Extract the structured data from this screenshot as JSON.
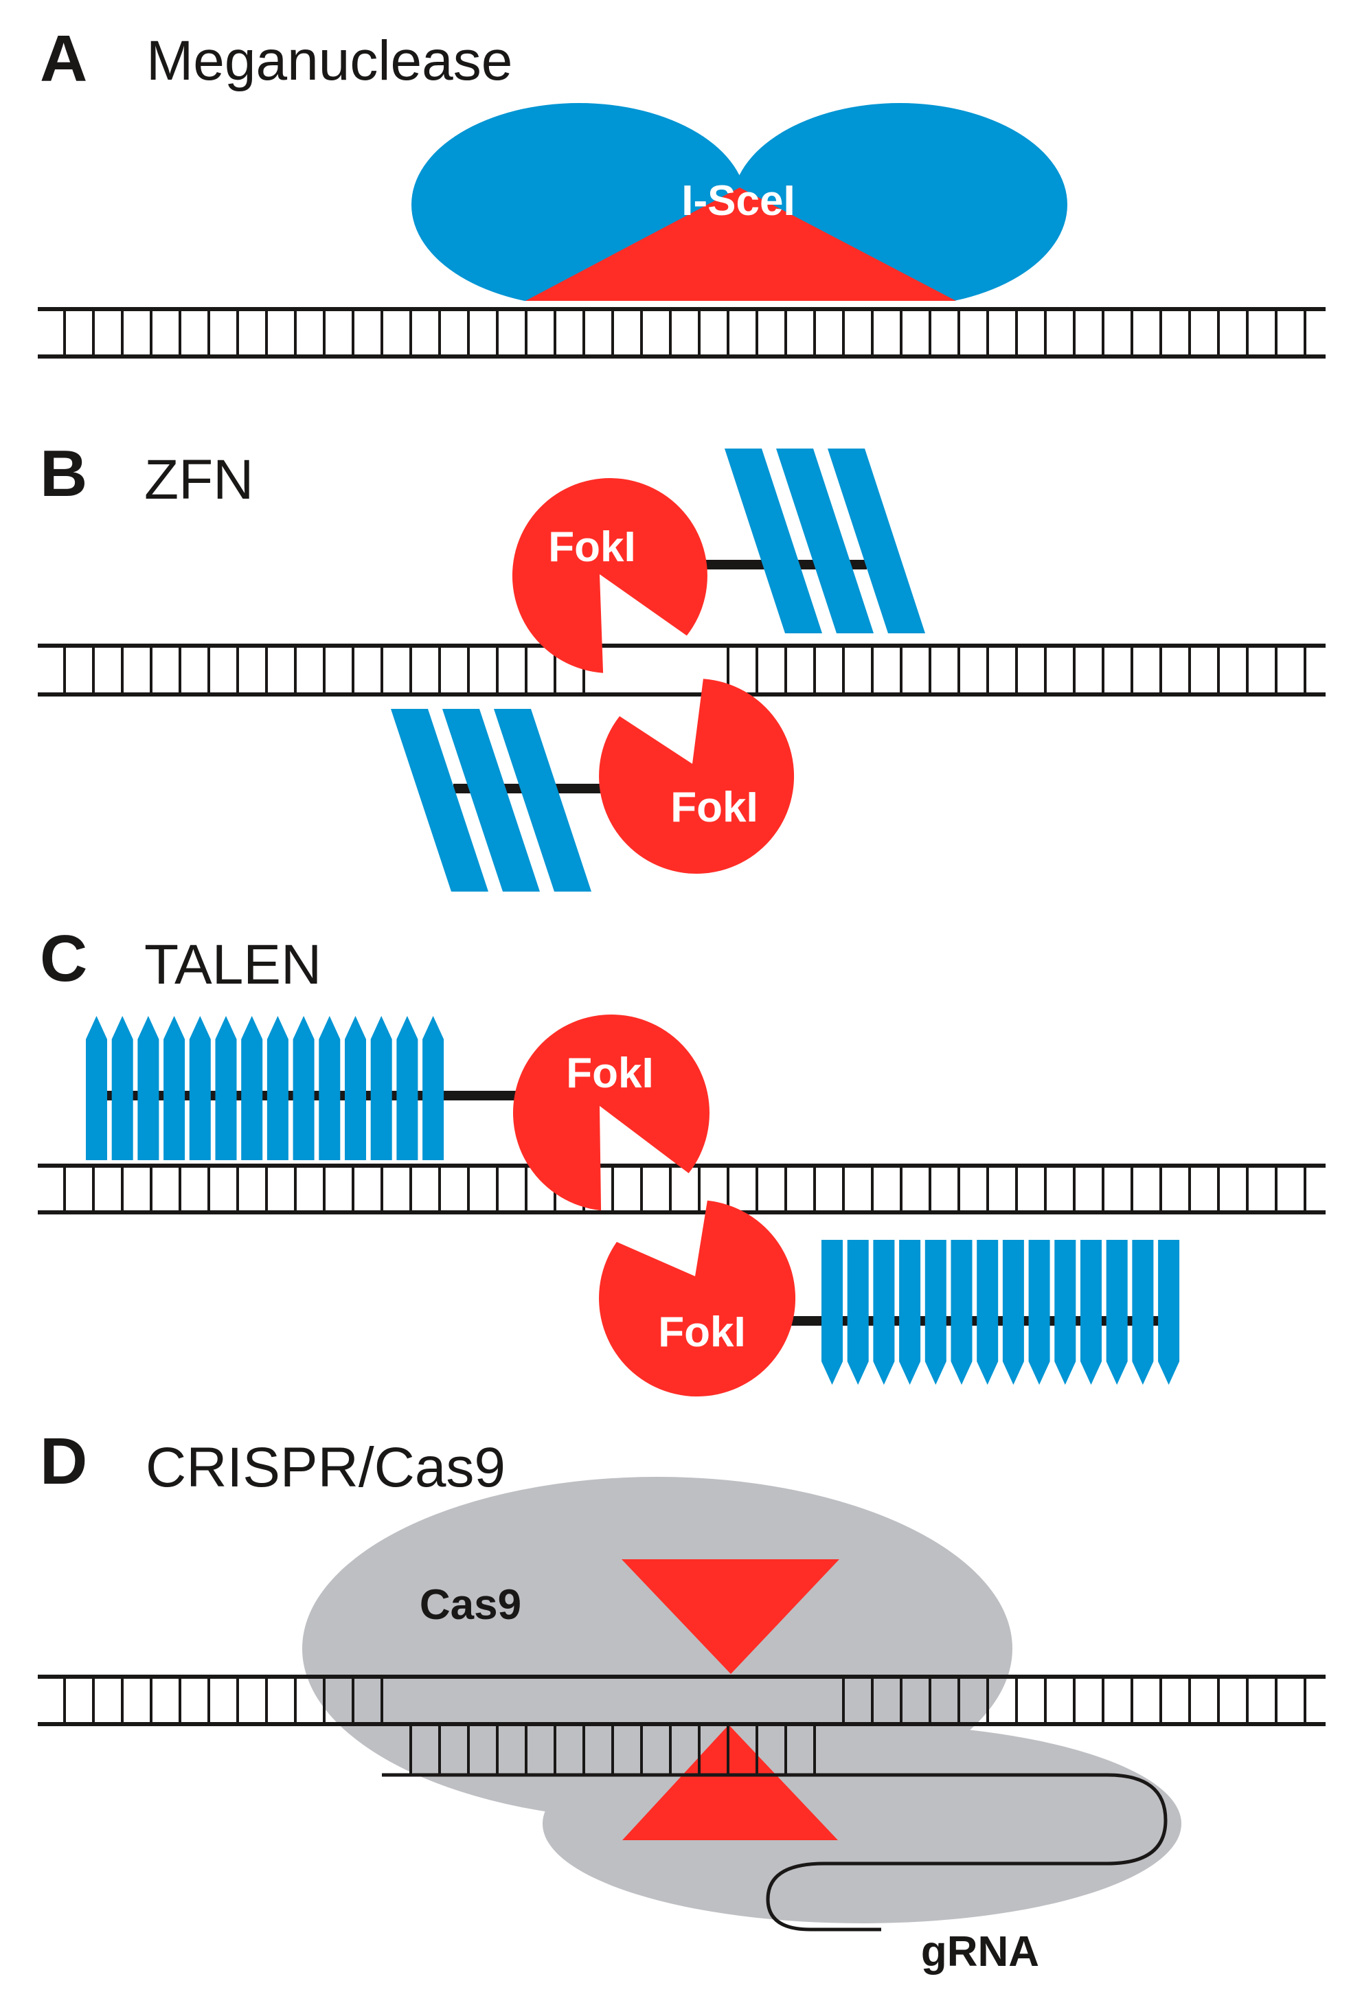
{
  "figure": {
    "colors": {
      "dna": "#1a1717",
      "dna_binding_domain": "#0095D4",
      "nuclease": "#FF2D26",
      "cas9": "#BEBFC3",
      "label_on_color": "#ffffff",
      "text": "#1a1717"
    },
    "panels": [
      {
        "id": "A",
        "letter": "A",
        "title": "Meganuclease",
        "protein_labels": [
          "I-SceI"
        ],
        "components": [
          "dna-duplex",
          "meganuclease-dimer",
          "catalytic-core"
        ]
      },
      {
        "id": "B",
        "letter": "B",
        "title": "ZFN",
        "protein_labels": [
          "FokI",
          "FokI"
        ],
        "zinc_fingers_per_monomer": 3,
        "components": [
          "dna-duplex",
          "fokI-nuclease",
          "zinc-finger-array",
          "linker"
        ]
      },
      {
        "id": "C",
        "letter": "C",
        "title": "TALEN",
        "protein_labels": [
          "FokI",
          "FokI"
        ],
        "tale_repeats_per_monomer": 14,
        "components": [
          "dna-duplex",
          "fokI-nuclease",
          "tale-repeat-array",
          "linker"
        ]
      },
      {
        "id": "D",
        "letter": "D",
        "title": "CRISPR/Cas9",
        "protein_labels": [
          "Cas9"
        ],
        "rna_label": "gRNA",
        "components": [
          "dna-duplex",
          "cas9-protein",
          "guide-rna",
          "cleavage-sites"
        ]
      }
    ]
  }
}
